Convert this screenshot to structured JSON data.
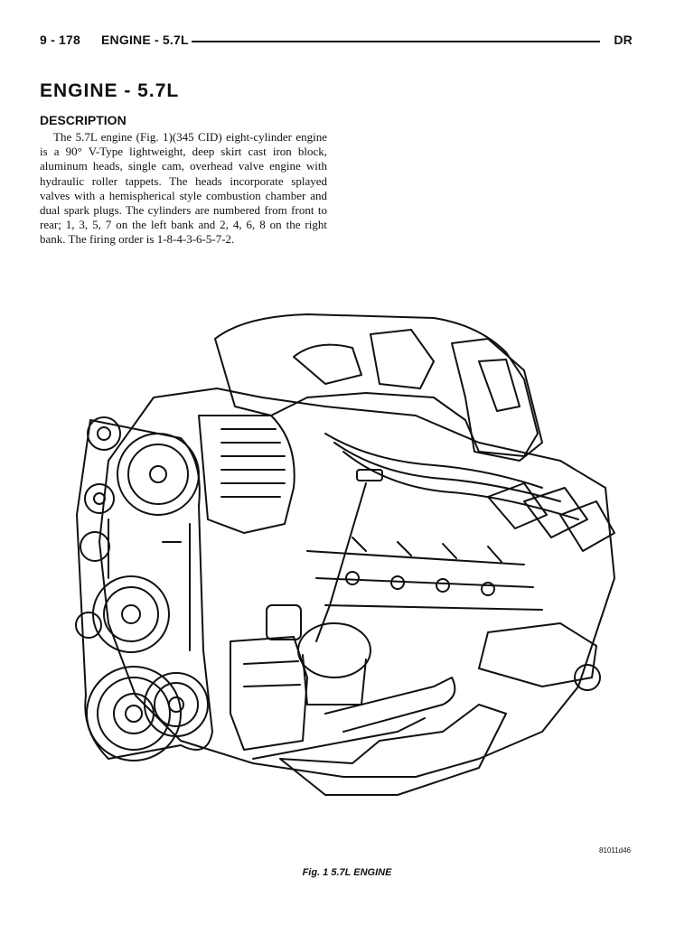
{
  "header": {
    "page_number": "9 - 178",
    "section": "ENGINE - 5.7L",
    "vehicle_code": "DR"
  },
  "title": "ENGINE - 5.7L",
  "description": {
    "heading": "DESCRIPTION",
    "paragraph": "The 5.7L engine (Fig. 1)(345 CID) eight-cylinder engine is a 90° V-Type lightweight, deep skirt cast iron block, aluminum heads, single cam, overhead valve engine with hydraulic roller tappets. The heads incorporate splayed valves with a hemispherical style combustion chamber and dual spark plugs. The cylinders are numbered from front to rear; 1, 3, 5, 7 on the left bank and 2, 4, 6, 8 on the right bank. The firing order is 1-8-4-3-6-5-7-2."
  },
  "figure": {
    "id": "81011d46",
    "caption": "Fig. 1 5.7L ENGINE"
  }
}
